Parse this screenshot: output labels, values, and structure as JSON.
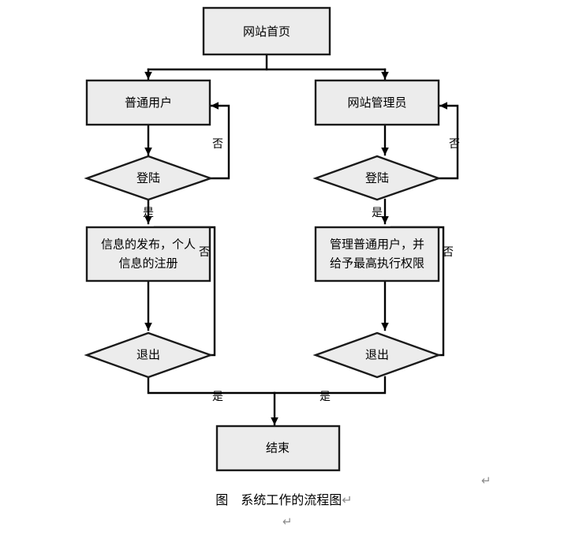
{
  "figure": {
    "caption_prefix": "图",
    "caption_text": "系统工作的流程图",
    "caption_full": "图　系统工作的流程图",
    "caption_mark": "↵",
    "trailing_marks": [
      "↵",
      "↵"
    ]
  },
  "style": {
    "node_fill": "#ececec",
    "node_stroke": "#1a1a1a",
    "connector_stroke": "#000000",
    "background": "#ffffff",
    "mark_color": "#8c8c8c"
  },
  "diagram": {
    "type": "flowchart",
    "title": "系统工作的流程图",
    "nodes": [
      {
        "id": "start",
        "shape": "rect",
        "label": "网站首页",
        "lines": [
          "网站首页"
        ]
      },
      {
        "id": "user",
        "shape": "rect",
        "label": "普通用户",
        "lines": [
          "普通用户"
        ]
      },
      {
        "id": "admin",
        "shape": "rect",
        "label": "网站管理员",
        "lines": [
          "网站管理员"
        ]
      },
      {
        "id": "login-user",
        "shape": "diamond",
        "label": "登陆",
        "lines": [
          "登陆"
        ]
      },
      {
        "id": "login-admin",
        "shape": "diamond",
        "label": "登陆",
        "lines": [
          "登陆"
        ]
      },
      {
        "id": "user-actions",
        "shape": "rect",
        "label": "信息的发布，个人信息的注册",
        "lines": [
          "信息的发布，个人",
          "信息的注册"
        ]
      },
      {
        "id": "admin-actions",
        "shape": "rect",
        "label": "管理普通用户，并给予最高执行权限",
        "lines": [
          "管理普通用户，并",
          "给予最高执行权限"
        ]
      },
      {
        "id": "exit-user",
        "shape": "diamond",
        "label": "退出",
        "lines": [
          "退出"
        ]
      },
      {
        "id": "exit-admin",
        "shape": "diamond",
        "label": "退出",
        "lines": [
          "退出"
        ]
      },
      {
        "id": "end",
        "shape": "rect",
        "label": "结束",
        "lines": [
          "结束"
        ]
      }
    ],
    "edges": [
      {
        "from": "start",
        "to": "user",
        "label": ""
      },
      {
        "from": "start",
        "to": "admin",
        "label": ""
      },
      {
        "from": "user",
        "to": "login-user",
        "label": ""
      },
      {
        "from": "admin",
        "to": "login-admin",
        "label": ""
      },
      {
        "from": "login-user",
        "to": "user-actions",
        "label": "是"
      },
      {
        "from": "login-user",
        "to": "user",
        "label": "否"
      },
      {
        "from": "login-admin",
        "to": "admin-actions",
        "label": "是"
      },
      {
        "from": "login-admin",
        "to": "admin",
        "label": "否"
      },
      {
        "from": "user-actions",
        "to": "exit-user",
        "label": ""
      },
      {
        "from": "admin-actions",
        "to": "exit-admin",
        "label": ""
      },
      {
        "from": "exit-user",
        "to": "end",
        "label": "是"
      },
      {
        "from": "exit-user",
        "to": "user-actions",
        "label": "否"
      },
      {
        "from": "exit-admin",
        "to": "end",
        "label": "是"
      },
      {
        "from": "exit-admin",
        "to": "admin-actions",
        "label": "否"
      }
    ],
    "labels": {
      "start": "网站首页",
      "user": "普通用户",
      "admin": "网站管理员",
      "login_user": "登陆",
      "login_admin": "登陆",
      "user_actions_line1": "信息的发布，个人",
      "user_actions_line2": "信息的注册",
      "admin_actions_line1": "管理普通用户，并",
      "admin_actions_line2": "给予最高执行权限",
      "exit_user": "退出",
      "exit_admin": "退出",
      "end": "结束",
      "no_left_login": "否",
      "no_right_login": "否",
      "no_left_exit": "否",
      "no_right_exit": "否",
      "yes_left_login": "是",
      "yes_right_login": "是",
      "yes_left_exit": "是",
      "yes_right_exit": "是"
    }
  }
}
